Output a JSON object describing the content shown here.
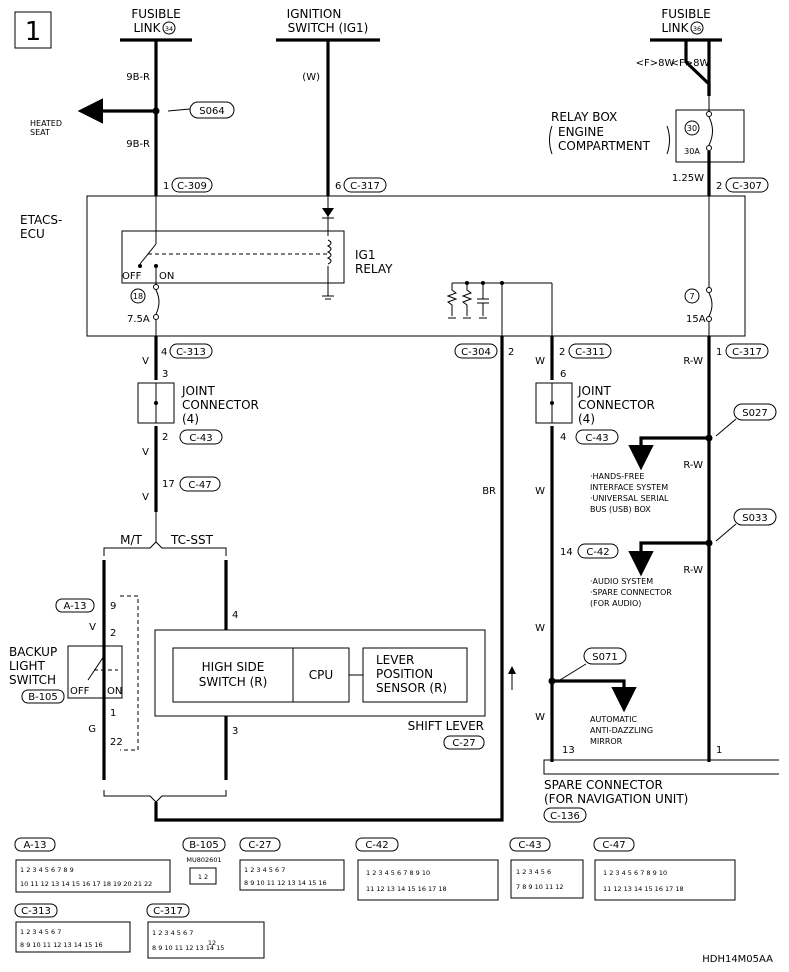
{
  "page_number": "1",
  "diagram_code": "HDH14M05AA",
  "top": {
    "fusible_link_34": {
      "name": "FUSIBLE",
      "name2": "LINK",
      "number": "34"
    },
    "ignition_switch": {
      "name": "IGNITION",
      "name2": "SWITCH (IG1)"
    },
    "fusible_link_36": {
      "name": "FUSIBLE",
      "name2": "LINK",
      "number": "36"
    }
  },
  "wires": {
    "w_9br_top": "9B-R",
    "w_9br_bottom": "9B-R",
    "w_ign": "(W)",
    "w_f8w_left": "<F>8W",
    "w_f8w_right": "<F>8W",
    "w_125w": "1.25W",
    "w_v1": "V",
    "w_v2": "V",
    "w_v3": "V",
    "w_br": "BR",
    "w_w1": "W",
    "w_w2": "W",
    "w_w3": "W",
    "w_w4": "W",
    "w_rw1": "R-W",
    "w_rw2": "R-W",
    "w_rw3": "R-W",
    "w_v_switch": "V",
    "w_g_switch": "G"
  },
  "splices": {
    "s064": "S064",
    "s027": "S027",
    "s033": "S033",
    "s071": "S071"
  },
  "heated_seat": {
    "line1": "HEATED",
    "line2": "SEAT"
  },
  "relay_box": {
    "line1": "RELAY BOX",
    "line2": "ENGINE",
    "line3": "COMPARTMENT",
    "fuse_number": "30",
    "fuse_rating": "30A"
  },
  "etacs": {
    "line1": "ETACS-",
    "line2": "ECU",
    "ig1_relay_1": "IG1",
    "ig1_relay_2": "RELAY",
    "off": "OFF",
    "on": "ON",
    "fuse18_number": "18",
    "fuse18_rating": "7.5A",
    "fuse7_number": "7",
    "fuse7_rating": "15A"
  },
  "pins": {
    "p_c309": "1",
    "p_c317_top": "6",
    "p_c307": "2",
    "p_c313": "4",
    "p_c304": "2",
    "p_c311": "2",
    "p_c317_bot": "1",
    "p_jc1_top": "3",
    "p_jc1_bot": "2",
    "p_c47": "17",
    "p_jc2_top": "6",
    "p_jc2_bot": "4",
    "p_c42": "14",
    "p_a13_9": "9",
    "p_sw_2": "2",
    "p_sw_1": "1",
    "p_sw_22": "22",
    "p_shift_4": "4",
    "p_shift_3": "3",
    "p_spare_13": "13",
    "p_spare_1": "1"
  },
  "connector_tags": {
    "c309": "C-309",
    "c317": "C-317",
    "c307": "C-307",
    "c313": "C-313",
    "c304": "C-304",
    "c311": "C-311",
    "c317b": "C-317",
    "c43a": "C-43",
    "c43b": "C-43",
    "c47": "C-47",
    "c42": "C-42",
    "a13": "A-13",
    "b105": "B-105",
    "c27": "C-27",
    "c136": "C-136"
  },
  "joint_connector": {
    "line1": "JOINT",
    "line2": "CONNECTOR",
    "line3": "(4)"
  },
  "transmission": {
    "mt": "M/T",
    "tcsst": "TC-SST"
  },
  "backup_switch": {
    "line1": "BACKUP",
    "line2": "LIGHT",
    "line3": "SWITCH",
    "off": "OFF",
    "on": "ON"
  },
  "shift_lever": {
    "title": "SHIFT LEVER",
    "hss_1": "HIGH SIDE",
    "hss_2": "SWITCH (R)",
    "cpu": "CPU",
    "lps_1": "LEVER",
    "lps_2": "POSITION",
    "lps_3": "SENSOR (R)"
  },
  "destinations": {
    "s027_1": "·HANDS-FREE",
    "s027_2": "INTERFACE SYSTEM",
    "s027_3": "·UNIVERSAL SERIAL",
    "s027_4": "BUS (USB) BOX",
    "s033_1": "·AUDIO SYSTEM",
    "s033_2": "·SPARE CONNECTOR",
    "s033_3": "(FOR AUDIO)",
    "s071_1": "AUTOMATIC",
    "s071_2": "ANTI-DAZZLING",
    "s071_3": "MIRROR"
  },
  "spare_connector": {
    "line1": "SPARE CONNECTOR",
    "line2": "(FOR NAVIGATION UNIT)"
  },
  "connector_views": {
    "a13": {
      "tag": "A-13",
      "row1": "1 2 3 4 5 6 7 8 9",
      "row2": "10 11 12 13 14 15 16 17 18 19 20 21 22"
    },
    "b105": {
      "tag": "B-105",
      "part": "MU802601",
      "pins": "1 2"
    },
    "c27": {
      "tag": "C-27",
      "row1": "1 2 3 4 5 6 7",
      "row2": "8 9 10 11 12 13 14 15 16"
    },
    "c42": {
      "tag": "C-42",
      "row1": "1 2 3 4 5 6 7 8 9 10",
      "row2": "11 12 13 14 15 16 17 18"
    },
    "c43": {
      "tag": "C-43",
      "row1": "1 2 3 4 5 6",
      "row2": "7 8 9 10 11 12"
    },
    "c47": {
      "tag": "C-47",
      "row1": "1 2 3 4 5 6 7 8 9 10",
      "row2": "11 12 13 14 15 16 17 18"
    },
    "c313": {
      "tag": "C-313",
      "row1": "1 2 3 4 5 6 7",
      "row2": "8 9 10 11 12 13 14 15 16"
    },
    "c317": {
      "tag": "C-317",
      "row1": "1 2 3 4 5 6 7",
      "row2": "8 9 10 11 12 13 14 15",
      "mid": "12"
    }
  }
}
